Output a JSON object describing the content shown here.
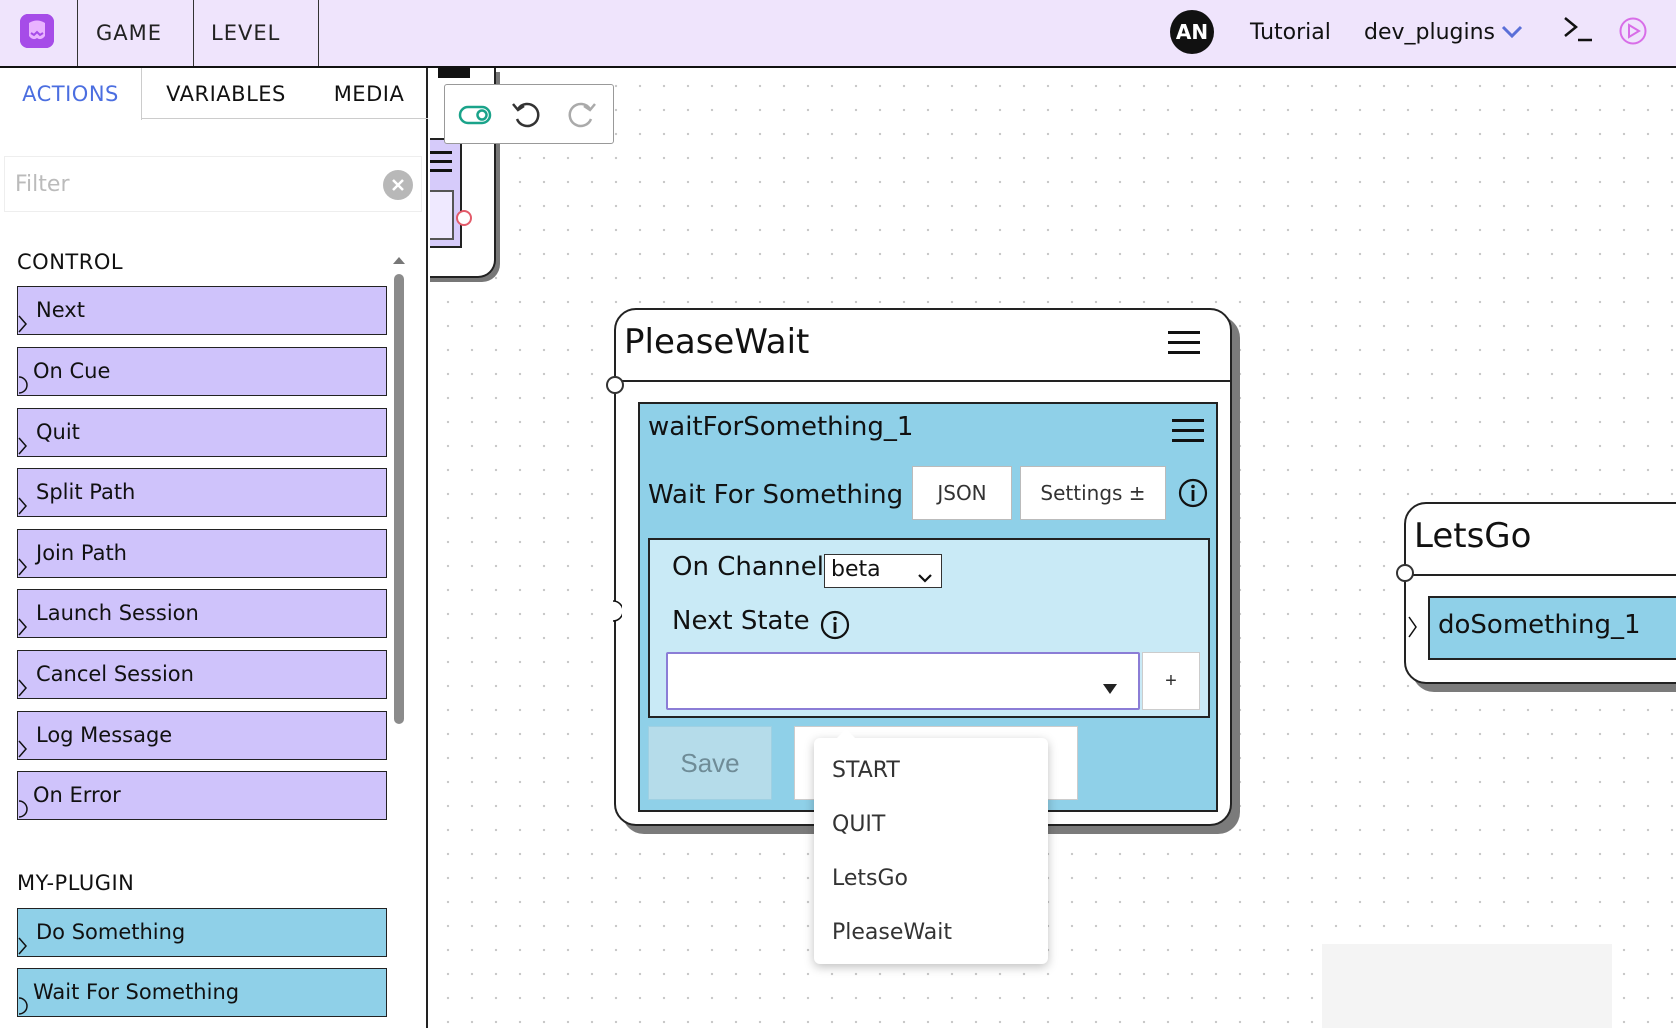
{
  "topbar": {
    "nav": [
      "GAME",
      "LEVEL"
    ],
    "avatar_initials": "AN",
    "project": "Tutorial",
    "branch": "dev_plugins",
    "icons": [
      "app-logo-icon",
      "chevron-down-icon",
      "console-icon",
      "play-icon"
    ],
    "accent": "#a64ce8",
    "background": "#efe4fc"
  },
  "sidebar": {
    "tabs": [
      "ACTIONS",
      "VARIABLES",
      "MEDIA"
    ],
    "active_tab": "ACTIONS",
    "filter_placeholder": "Filter",
    "sections": [
      {
        "title": "CONTROL",
        "items": [
          "Next",
          "On Cue",
          "Quit",
          "Split Path",
          "Join Path",
          "Launch Session",
          "Cancel Session",
          "Log Message",
          "On Error"
        ]
      },
      {
        "title": "MY-PLUGIN",
        "items": [
          "Do Something",
          "Wait For Something"
        ]
      }
    ],
    "control_color": "#cfc3fb",
    "plugin_color": "#8fd0e8"
  },
  "canvas": {
    "pleasewait": {
      "title": "PleaseWait",
      "action": {
        "name": "waitForSomething_1",
        "type_label": "Wait For Something",
        "json_button": "JSON",
        "settings_button": "Settings ±",
        "on_channel_label": "On Channel",
        "channel_value": "beta",
        "next_state_label": "Next State",
        "next_state_value": "",
        "plus_button": "+",
        "save_button": "Save"
      },
      "next_state_options": [
        "START",
        "QUIT",
        "LetsGo",
        "PleaseWait"
      ]
    },
    "letsgo": {
      "title": "LetsGo",
      "action_name": "doSomething_1"
    }
  }
}
